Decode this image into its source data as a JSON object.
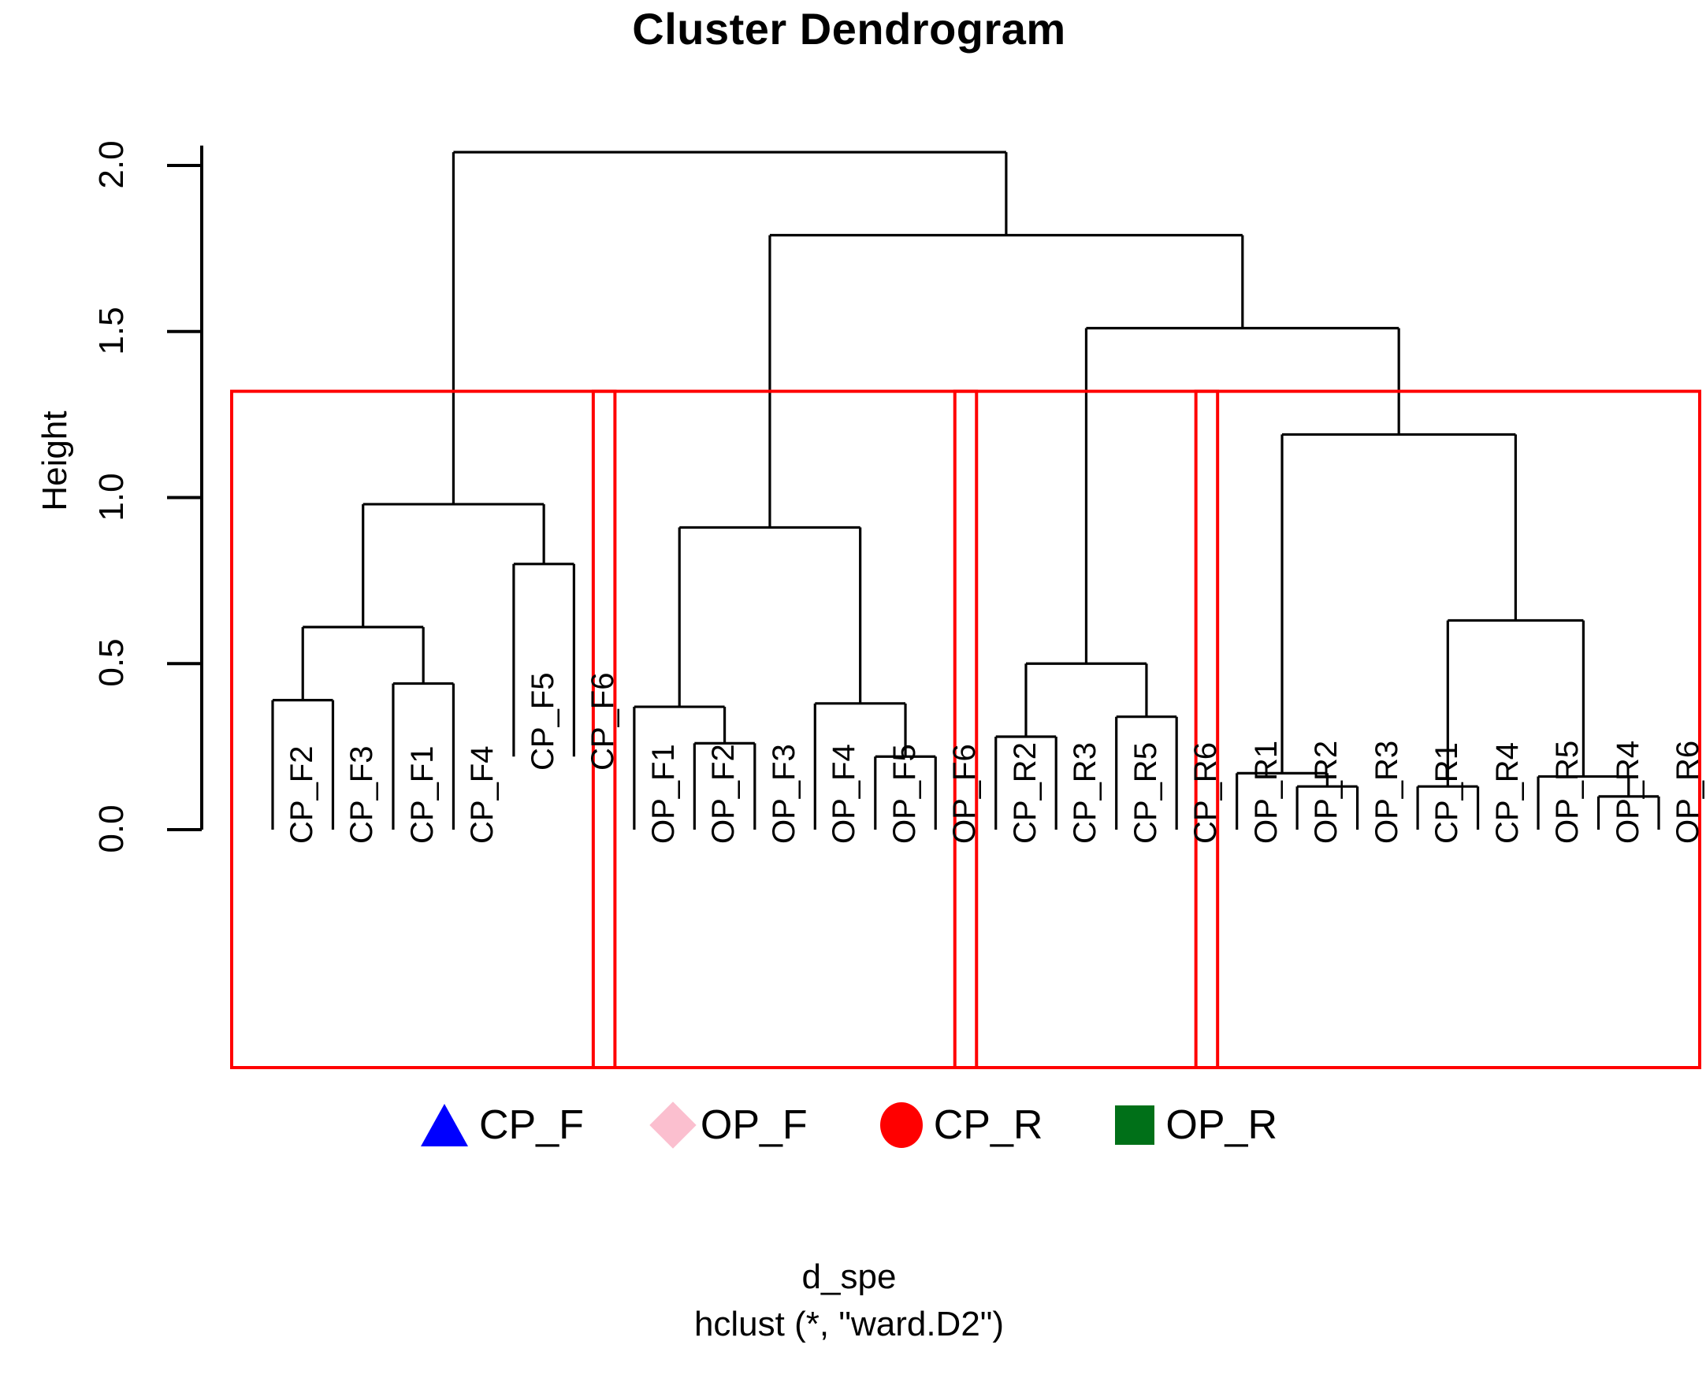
{
  "title": "Cluster Dendrogram",
  "ylabel": "Height",
  "caption_line1": "d_spe",
  "caption_line2": "hclust (*, \"ward.D2\")",
  "axis": {
    "ticks": [
      "0.0",
      "0.5",
      "1.0",
      "1.5",
      "2.0"
    ],
    "tick_values": [
      0.0,
      0.5,
      1.0,
      1.5,
      2.0
    ]
  },
  "legend": {
    "items": [
      {
        "label": "CP_F",
        "symbol": "triangle",
        "color": "#0000ff",
        "icon": "triangle-icon"
      },
      {
        "label": "OP_F",
        "symbol": "diamond",
        "color": "#fbbfcf",
        "icon": "diamond-icon"
      },
      {
        "label": "CP_R",
        "symbol": "circle",
        "color": "#ff0000",
        "icon": "circle-icon"
      },
      {
        "label": "OP_R",
        "symbol": "square",
        "color": "#007018",
        "icon": "square-icon"
      }
    ]
  },
  "cluster_box_color": "#ff0000",
  "cluster_box_height": 1.32,
  "chart_data": {
    "type": "dendrogram",
    "title": "Cluster Dendrogram",
    "xlabel": "d_spe",
    "ylabel": "Height",
    "ylim": [
      0.0,
      2.12
    ],
    "grid": false,
    "method": "ward.D2",
    "n_clusters": 4,
    "leaves": [
      "CP_F2",
      "CP_F3",
      "CP_F1",
      "CP_F4",
      "CP_F5",
      "CP_F6",
      "OP_F1",
      "OP_F2",
      "OP_F3",
      "OP_F4",
      "OP_F5",
      "OP_F6",
      "CP_R2",
      "CP_R3",
      "CP_R5",
      "CP_R6",
      "OP_R1",
      "OP_R2",
      "OP_R3",
      "CP_R1",
      "CP_R4",
      "OP_R5",
      "OP_R4",
      "OP_R6"
    ],
    "leaf_heights": [
      0.0,
      0.0,
      0.0,
      0.0,
      0.22,
      0.22,
      0.0,
      0.0,
      0.0,
      0.0,
      0.0,
      0.0,
      0.0,
      0.0,
      0.0,
      0.0,
      0.0,
      0.0,
      0.0,
      0.0,
      0.0,
      0.0,
      0.0,
      0.0
    ],
    "clusters": [
      {
        "name": "CP_F",
        "leaves": [
          "CP_F2",
          "CP_F3",
          "CP_F1",
          "CP_F4",
          "CP_F5",
          "CP_F6"
        ]
      },
      {
        "name": "OP_F",
        "leaves": [
          "OP_F1",
          "OP_F2",
          "OP_F3",
          "OP_F4",
          "OP_F5",
          "OP_F6"
        ]
      },
      {
        "name": "CP_R",
        "leaves": [
          "CP_R2",
          "CP_R3",
          "CP_R5",
          "CP_R6"
        ]
      },
      {
        "name": "OP_R",
        "leaves": [
          "OP_R1",
          "OP_R2",
          "OP_R3",
          "CP_R1",
          "CP_R4",
          "OP_R5",
          "OP_R4",
          "OP_R6"
        ]
      }
    ],
    "merges": [
      {
        "id": "m1",
        "left": "CP_F2",
        "right": "CP_F3",
        "height": 0.39
      },
      {
        "id": "m2",
        "left": "CP_F1",
        "right": "CP_F4",
        "height": 0.44
      },
      {
        "id": "m3",
        "left": "m1",
        "right": "m2",
        "height": 0.61
      },
      {
        "id": "m4",
        "left": "CP_F5",
        "right": "CP_F6",
        "height": 0.8
      },
      {
        "id": "m5",
        "left": "m3",
        "right": "m4",
        "height": 0.98
      },
      {
        "id": "m6",
        "left": "OP_F2",
        "right": "OP_F3",
        "height": 0.26
      },
      {
        "id": "m7",
        "left": "OP_F1",
        "right": "m6",
        "height": 0.37
      },
      {
        "id": "m8",
        "left": "OP_F5",
        "right": "OP_F6",
        "height": 0.22
      },
      {
        "id": "m9",
        "left": "OP_F4",
        "right": "m8",
        "height": 0.38
      },
      {
        "id": "m10",
        "left": "m7",
        "right": "m9",
        "height": 0.91
      },
      {
        "id": "m11",
        "left": "CP_R2",
        "right": "CP_R3",
        "height": 0.28
      },
      {
        "id": "m12",
        "left": "CP_R5",
        "right": "CP_R6",
        "height": 0.34
      },
      {
        "id": "m13",
        "left": "m11",
        "right": "m12",
        "height": 0.5
      },
      {
        "id": "m14",
        "left": "OP_R2",
        "right": "OP_R3",
        "height": 0.13
      },
      {
        "id": "m15",
        "left": "OP_R1",
        "right": "m14",
        "height": 0.17
      },
      {
        "id": "m16",
        "left": "CP_R1",
        "right": "CP_R4",
        "height": 0.13
      },
      {
        "id": "m17",
        "left": "OP_R4",
        "right": "OP_R6",
        "height": 0.1
      },
      {
        "id": "m18",
        "left": "OP_R5",
        "right": "m17",
        "height": 0.16
      },
      {
        "id": "m19",
        "left": "m16",
        "right": "m18",
        "height": 0.63
      },
      {
        "id": "m20",
        "left": "m15",
        "right": "m19",
        "height": 1.19
      },
      {
        "id": "m21",
        "left": "m13",
        "right": "m20",
        "height": 1.51
      },
      {
        "id": "m22",
        "left": "m10",
        "right": "m21",
        "height": 1.79
      },
      {
        "id": "m23",
        "left": "m5",
        "right": "m22",
        "height": 2.04
      }
    ]
  }
}
